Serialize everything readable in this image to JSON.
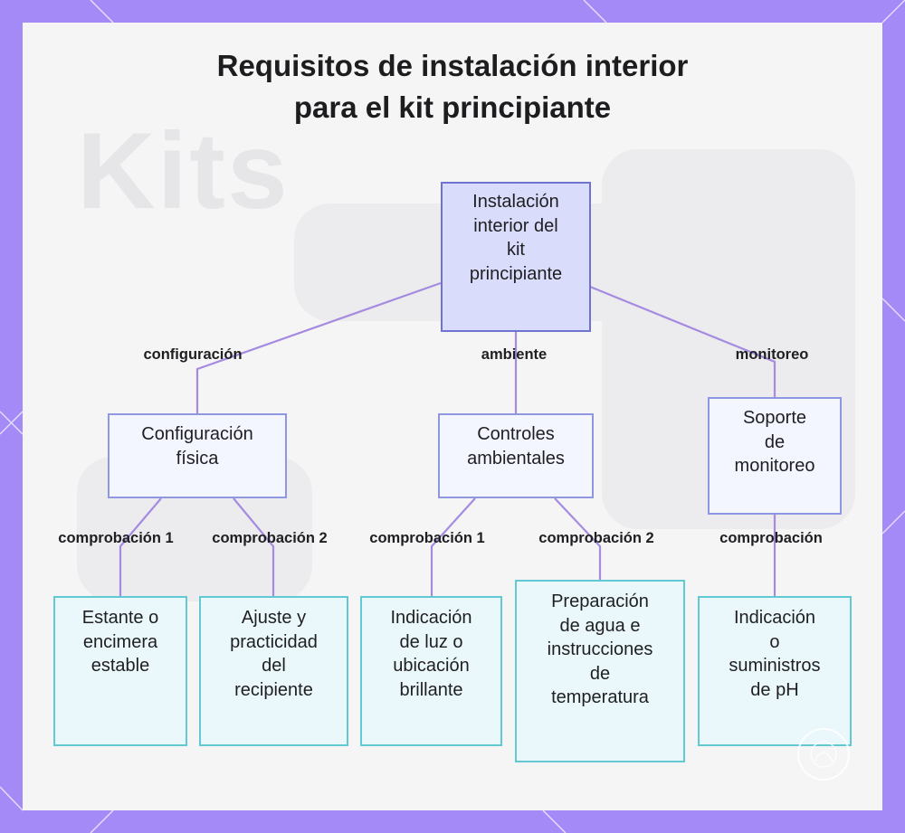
{
  "diagram": {
    "title": "Requisitos de instalación interior\npara el kit principiante",
    "watermark": "Kits",
    "root": {
      "label": "Instalación\ninterior del\nkit\nprincipiante"
    },
    "branches": [
      {
        "edge_label": "configuración",
        "label": "Configuración\nfísica",
        "children": [
          {
            "edge_label": "comprobación 1",
            "label": "Estante o\nencimera\nestable"
          },
          {
            "edge_label": "comprobación 2",
            "label": "Ajuste y\npracticidad\ndel\nrecipiente"
          }
        ]
      },
      {
        "edge_label": "ambiente",
        "label": "Controles\nambientales",
        "children": [
          {
            "edge_label": "comprobación 1",
            "label": "Indicación\nde luz o\nubicación\nbrillante"
          },
          {
            "edge_label": "comprobación 2",
            "label": "Preparación\nde agua e\ninstrucciones\nde\ntemperatura"
          }
        ]
      },
      {
        "edge_label": "monitoreo",
        "label": "Soporte\nde\nmonitoreo",
        "children": [
          {
            "edge_label": "comprobación",
            "label": "Indicación\no\nsuministros\nde pH"
          }
        ]
      }
    ]
  },
  "colors": {
    "frame": "#a48af7",
    "root_fill": "#d9dcfb",
    "root_border": "#6e73d0",
    "mid_border": "#8e97e0",
    "leaf_fill": "#eaf8fb",
    "leaf_border": "#62c8d3",
    "connector": "#a58be0"
  }
}
